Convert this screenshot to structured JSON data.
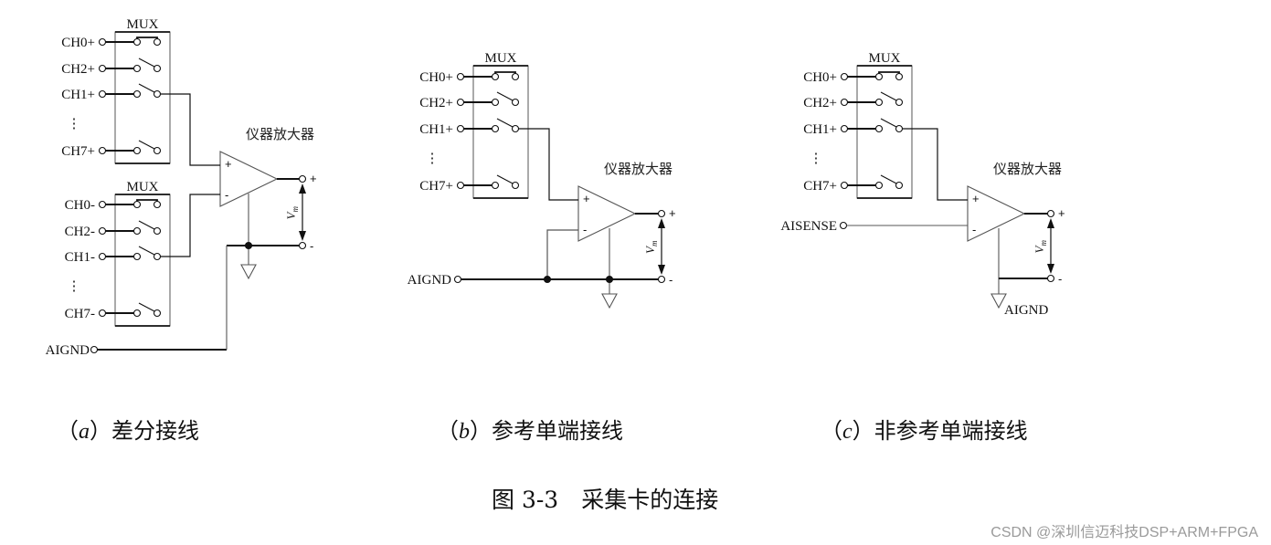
{
  "diagrams": [
    {
      "id": "a",
      "caption_prefix": "（",
      "caption_letter": "a",
      "caption_suffix": "）差分接线",
      "mux_top": {
        "title": "MUX",
        "channels": [
          "CH0+",
          "CH2+",
          "CH1+",
          "CH7+"
        ],
        "ellipsis": "⋮",
        "switch_states": [
          "closed",
          "open",
          "open-selected",
          "open"
        ]
      },
      "mux_bottom": {
        "title": "MUX",
        "channels": [
          "CH0-",
          "CH2-",
          "CH1-",
          "CH7-"
        ],
        "ellipsis": "⋮",
        "switch_states": [
          "closed",
          "open",
          "open-selected",
          "open"
        ]
      },
      "amplifier_label": "仪器放大器",
      "amp_plus": "+",
      "amp_minus": "-",
      "out_plus": "+",
      "out_minus": "-",
      "vm_label": "Vm",
      "ground_terminal": "AIGND"
    },
    {
      "id": "b",
      "caption_prefix": "（",
      "caption_letter": "b",
      "caption_suffix": "）参考单端接线",
      "mux": {
        "title": "MUX",
        "channels": [
          "CH0+",
          "CH2+",
          "CH1+",
          "CH7+"
        ],
        "ellipsis": "⋮",
        "switch_states": [
          "closed",
          "open",
          "open-selected",
          "open"
        ]
      },
      "amplifier_label": "仪器放大器",
      "amp_plus": "+",
      "amp_minus": "-",
      "out_plus": "+",
      "out_minus": "-",
      "vm_label": "Vm",
      "ground_terminal": "AIGND"
    },
    {
      "id": "c",
      "caption_prefix": "（",
      "caption_letter": "c",
      "caption_suffix": "）非参考单端接线",
      "mux": {
        "title": "MUX",
        "channels": [
          "CH0+",
          "CH2+",
          "CH1+",
          "CH7+"
        ],
        "ellipsis": "⋮",
        "switch_states": [
          "closed",
          "open",
          "open-selected",
          "open"
        ]
      },
      "amplifier_label": "仪器放大器",
      "amp_plus": "+",
      "amp_minus": "-",
      "out_plus": "+",
      "out_minus": "-",
      "vm_label": "Vm",
      "sense_terminal": "AISENSE",
      "ground_label": "AIGND"
    }
  ],
  "figure_caption": "图 3-3　采集卡的连接",
  "watermark": "CSDN @深圳信迈科技DSP+ARM+FPGA",
  "colors": {
    "line": "#111111",
    "thin_line": "#555555",
    "text": "#111111",
    "watermark": "#9a9a9a"
  }
}
